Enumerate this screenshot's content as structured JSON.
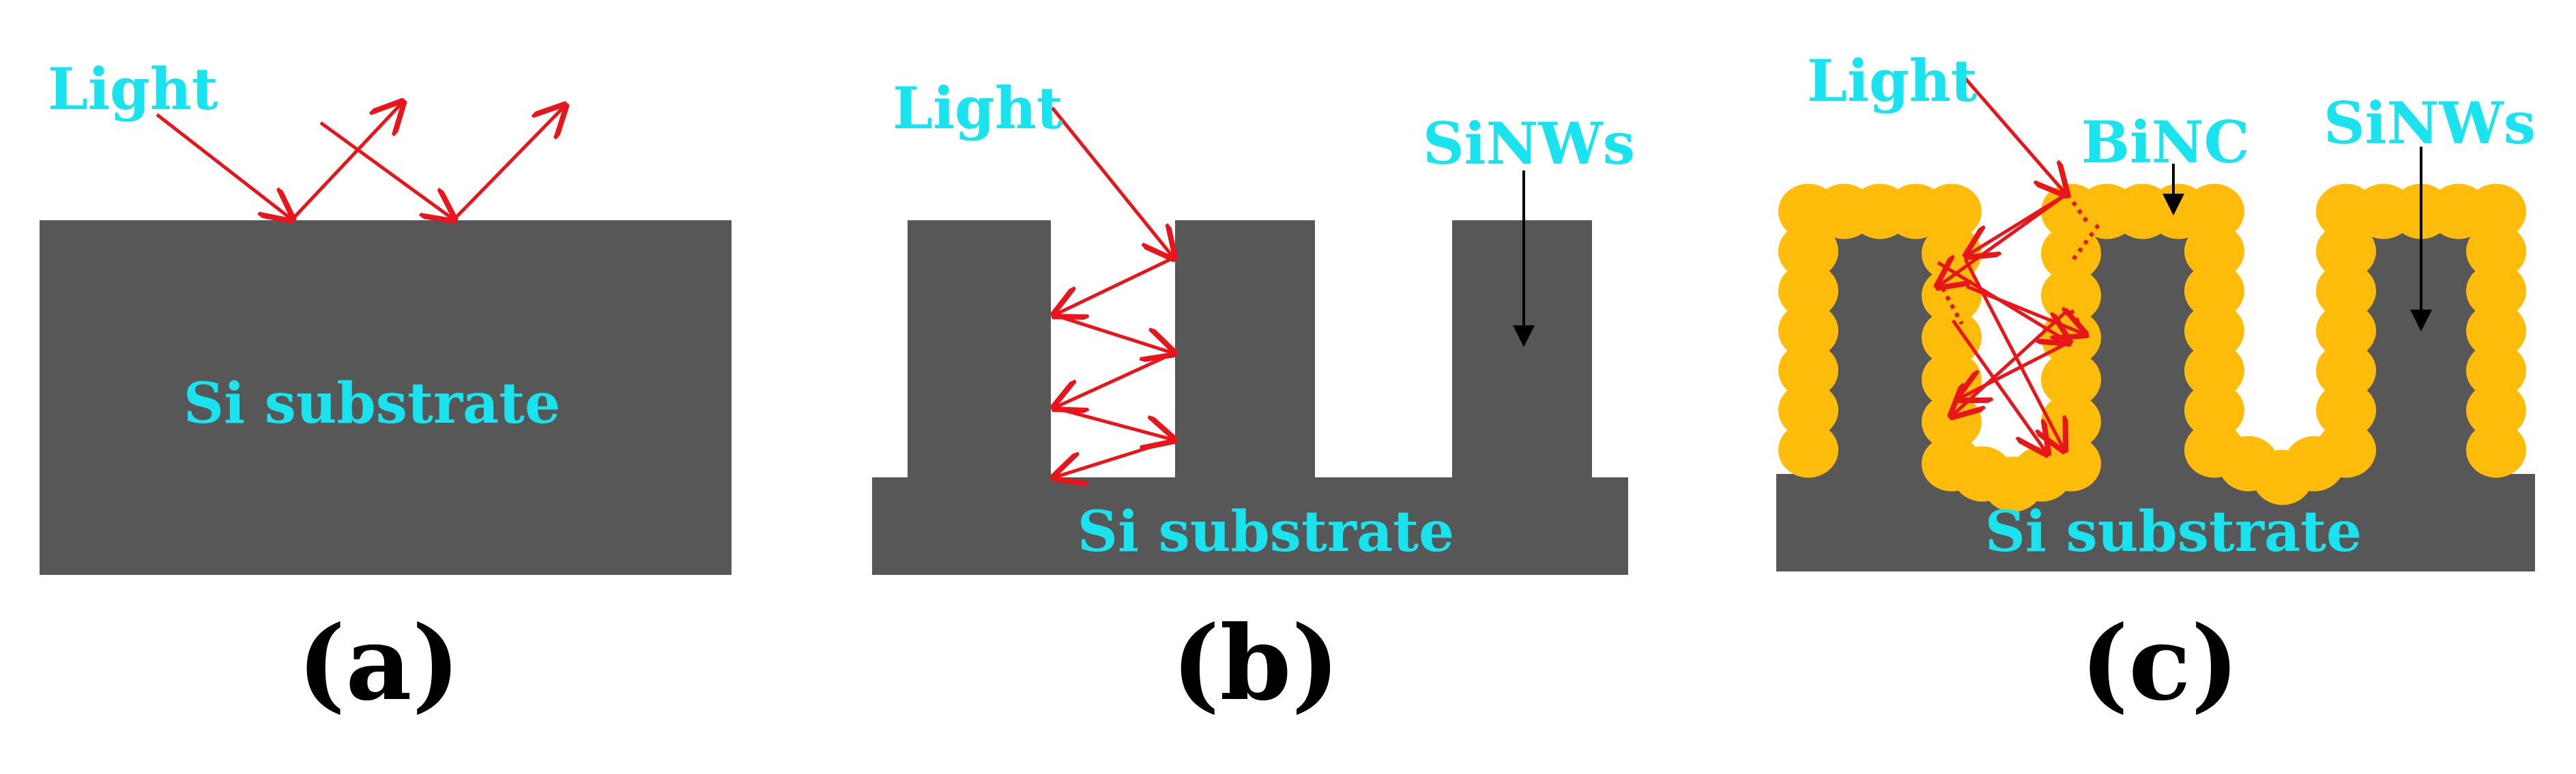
{
  "colors": {
    "silicon": "#575757",
    "label_cyan": "#19e3ee",
    "light_ray": "#e8151b",
    "bi_nanocrystal": "#ffbc0a",
    "pointer": "#000000"
  },
  "panels": [
    {
      "id": "a",
      "caption": "(a)",
      "light_label": "Light",
      "substrate_label": "Si substrate"
    },
    {
      "id": "b",
      "caption": "(b)",
      "light_label": "Light",
      "nanowire_label": "SiNWs",
      "substrate_label": "Si substrate"
    },
    {
      "id": "c",
      "caption": "(c)",
      "light_label": "Light",
      "coating_label": "BiNC",
      "nanowire_label": "SiNWs",
      "substrate_label": "Si substrate"
    }
  ]
}
